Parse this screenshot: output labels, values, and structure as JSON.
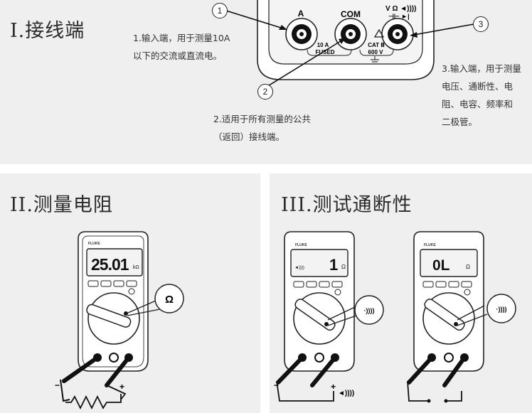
{
  "sections": [
    {
      "title": "I.接线端"
    },
    {
      "title": "II.测量电阻"
    },
    {
      "title": "III.测试通断性"
    }
  ],
  "terminals": {
    "labels": {
      "a": "A",
      "com": "COM",
      "v": "V Ω ◄))))",
      "v_sub": "⊣⊢ ►|"
    },
    "fuse_lines": [
      "10 A",
      "FUSED"
    ],
    "cat_lines": [
      "CAT Ⅲ",
      "600 V"
    ],
    "callouts": [
      "1",
      "2",
      "3"
    ],
    "notes": [
      {
        "line1": "1.输入端，用于测量10A",
        "line2": "以下的交流或直流电。"
      },
      {
        "line1": "2.适用于所有测量的公共",
        "line2": "（返回）接线端。"
      },
      {
        "line1": "3.输入端，用于测量",
        "line2": "电压、通断性、电",
        "line3": "阻、电容、频率和",
        "line4": "二极管。"
      }
    ]
  },
  "resistance": {
    "display_value": "25.01",
    "display_unit": "kΩ",
    "bubble_symbol": "Ω",
    "brand": "FLUKE"
  },
  "continuity": {
    "meter1_value": "1",
    "meter1_unit": "Ω",
    "meter2_value": "0L",
    "meter2_unit": "Ω",
    "sound_symbol": "◄))))",
    "bubble_symbol": "·))))",
    "brand": "FLUKE"
  }
}
